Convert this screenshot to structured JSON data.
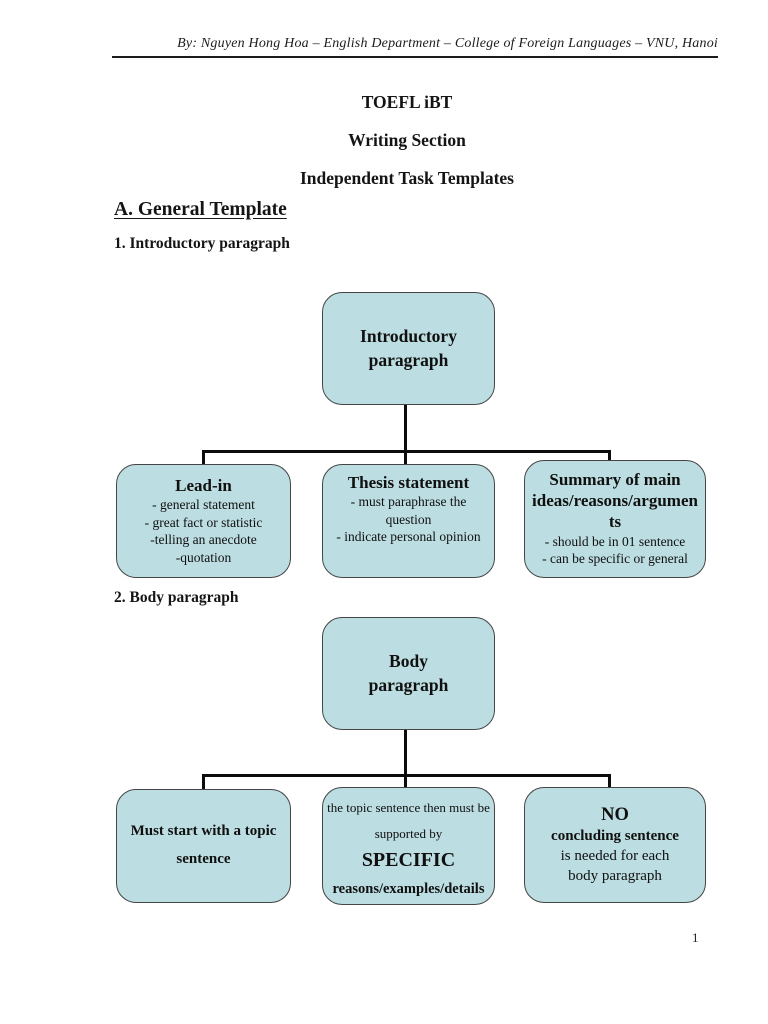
{
  "header": {
    "byline": "By: Nguyen Hong Hoa – English Department – College of Foreign Languages – VNU, Hanoi"
  },
  "title": {
    "line1": "TOEFL iBT",
    "line2": "Writing Section",
    "line3": "Independent Task Templates"
  },
  "sections": {
    "a_heading": "A. General Template",
    "sub1": "1. Introductory paragraph",
    "sub2": "2. Body paragraph"
  },
  "diagram1": {
    "root": "Introductory paragraph",
    "children": [
      {
        "title": "Lead-in",
        "items": [
          "- general statement",
          "- great fact or statistic",
          "-telling an anecdote",
          "-quotation"
        ]
      },
      {
        "title": "Thesis statement",
        "items": [
          "- must paraphrase the question",
          "- indicate personal opinion"
        ]
      },
      {
        "title": "Summary of main ideas/reasons/arguments",
        "items": [
          "- should be in 01 sentence",
          "- can be specific or general"
        ]
      }
    ]
  },
  "diagram2": {
    "root": "Body paragraph",
    "children": [
      {
        "text": "Must start with a topic sentence"
      },
      {
        "lead": "the topic sentence then must be supported by",
        "emphasis": "SPECIFIC",
        "tail": "reasons/examples/details"
      },
      {
        "headline": "NO",
        "subhead": "concluding sentence",
        "body": "is needed for each body paragraph"
      }
    ]
  },
  "footer": {
    "page_number": "1"
  }
}
